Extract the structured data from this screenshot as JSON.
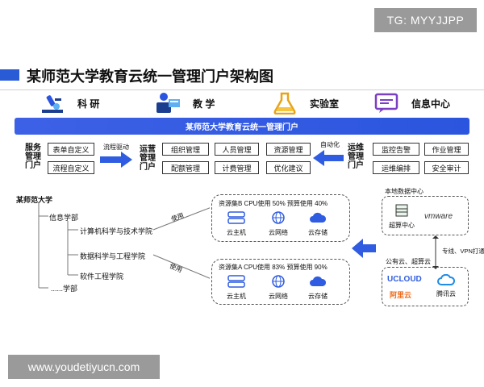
{
  "watermark_top": "TG: MYYJJPP",
  "watermark_bottom": "www.youdetiyucn.com",
  "title": "某师范大学教育云统一管理门户架构图",
  "categories": [
    {
      "label": "科 研",
      "icon": "microscope-icon"
    },
    {
      "label": "教 学",
      "icon": "teacher-icon"
    },
    {
      "label": "实验室",
      "icon": "flask-icon"
    },
    {
      "label": "信息中心",
      "icon": "message-icon"
    }
  ],
  "banner": "某师范大学教育云统一管理门户",
  "service_portal": {
    "title": "服务管理门户",
    "items": [
      "表单自定义",
      "流程自定义"
    ],
    "arrow_label": "流程驱动"
  },
  "ops_portal": {
    "title": "运营管理门户",
    "items": [
      "组织管理",
      "人员管理",
      "资源管理",
      "配额管理",
      "计费管理",
      "优化建议"
    ]
  },
  "maint_portal": {
    "title": "运维管理门户",
    "items": [
      "监控告警",
      "作业管理",
      "运维编排",
      "安全审计"
    ],
    "arrow_label": "自动化"
  },
  "tree": {
    "root": "某师范大学",
    "dept": "信息学部",
    "schools": [
      "计算机科学与技术学院",
      "数据科学与工程学院",
      "软件工程学院"
    ],
    "more": "......学部"
  },
  "use_label": "使用",
  "resource_sets": [
    {
      "label": "资源集B  CPU使用 50%   预算使用 40%",
      "cpu": 50,
      "budget": 40,
      "services": [
        "云主机",
        "云网络",
        "云存储"
      ]
    },
    {
      "label": "资源集A  CPU使用 83%   预算使用 90%",
      "cpu": 83,
      "budget": 90,
      "services": [
        "云主机",
        "云网络",
        "云存储"
      ]
    }
  ],
  "local_dc": {
    "label": "本地数据中心",
    "items": [
      "超算中心",
      "vmware"
    ]
  },
  "link_label": "专线、VPN打通",
  "public_cloud": {
    "label": "公有云、超算云",
    "items": [
      "UCLOUD",
      "阿里云",
      "腾讯云"
    ]
  },
  "colors": {
    "accent": "#2b55de",
    "arrow": "#2f5ce0"
  }
}
